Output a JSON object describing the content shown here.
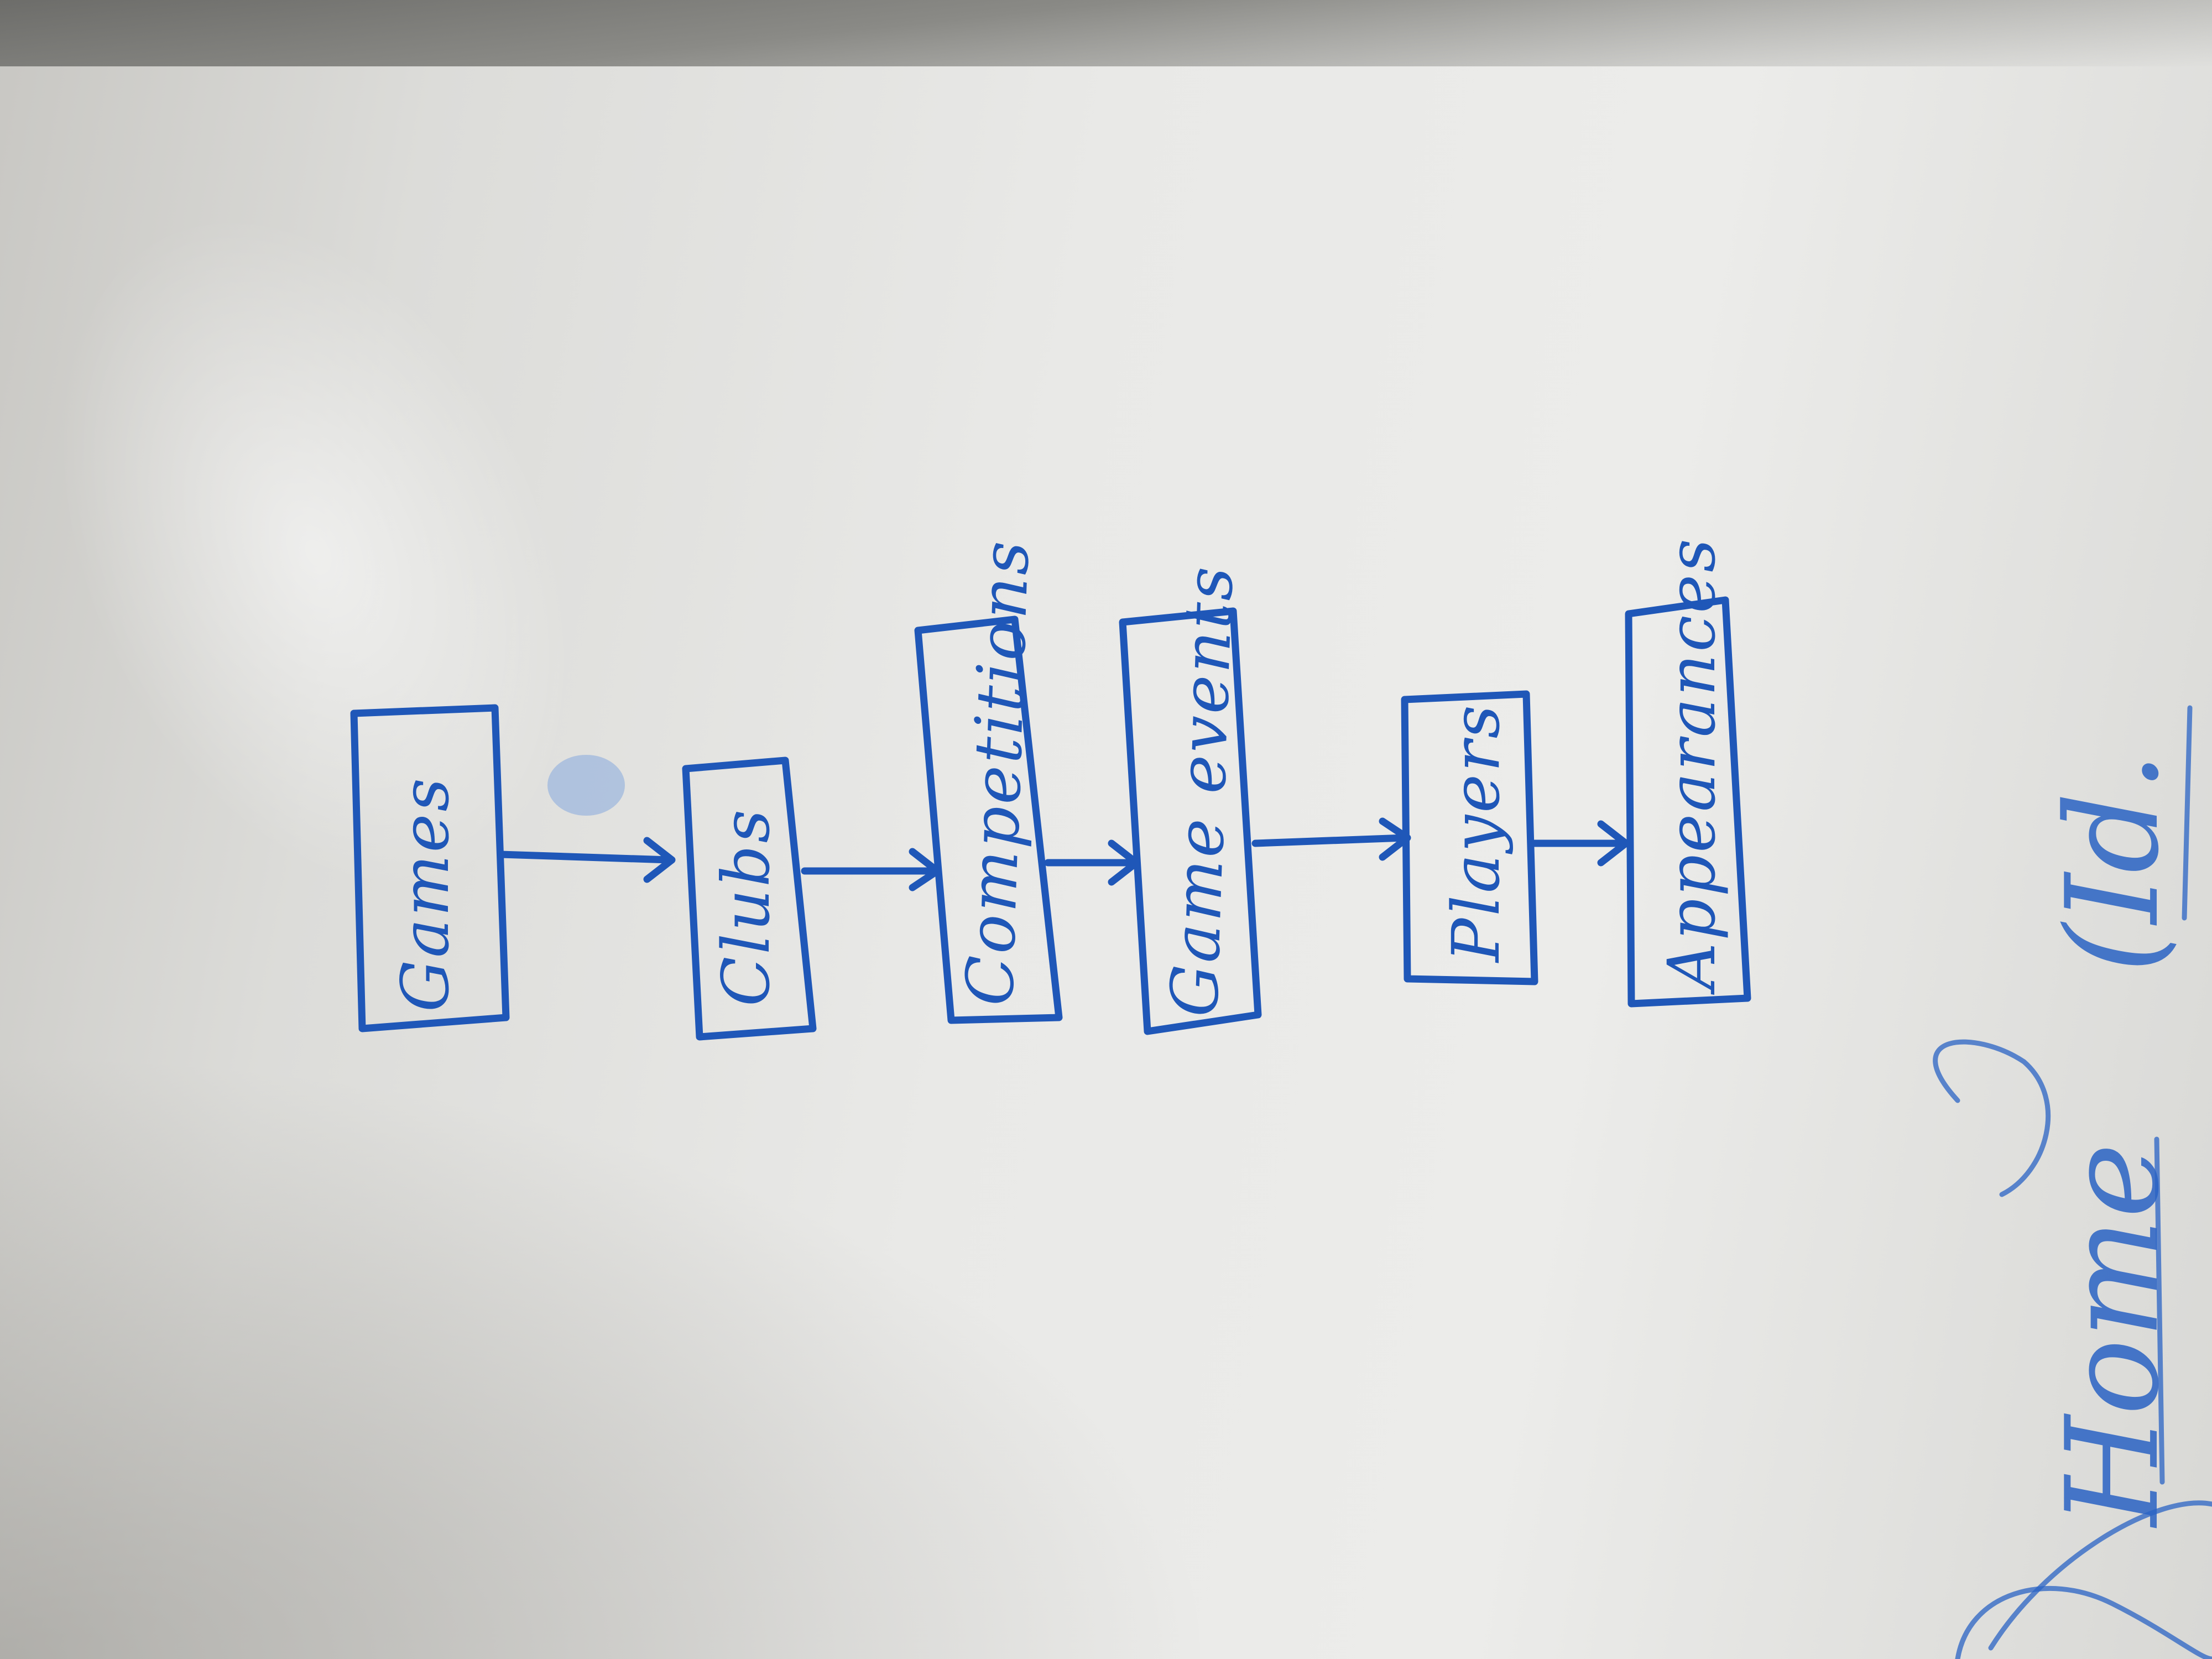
{
  "diagram": {
    "nodes": [
      {
        "id": "games",
        "label": "Games"
      },
      {
        "id": "clubs",
        "label": "Clubs"
      },
      {
        "id": "competitions",
        "label": "Competitions"
      },
      {
        "id": "game_events",
        "label": "Game events"
      },
      {
        "id": "players",
        "label": "Players"
      },
      {
        "id": "appearances",
        "label": "Appearances"
      }
    ],
    "edges": [
      {
        "from": "games",
        "to": "clubs"
      },
      {
        "from": "clubs",
        "to": "competitions"
      },
      {
        "from": "competitions",
        "to": "game_events"
      },
      {
        "from": "game_events",
        "to": "players"
      },
      {
        "from": "players",
        "to": "appearances"
      }
    ],
    "annotations": {
      "id_note": "(Id.",
      "home_note": "Home"
    },
    "colors": {
      "marker": "#1f57b8",
      "board": "#e9e9e7"
    }
  }
}
